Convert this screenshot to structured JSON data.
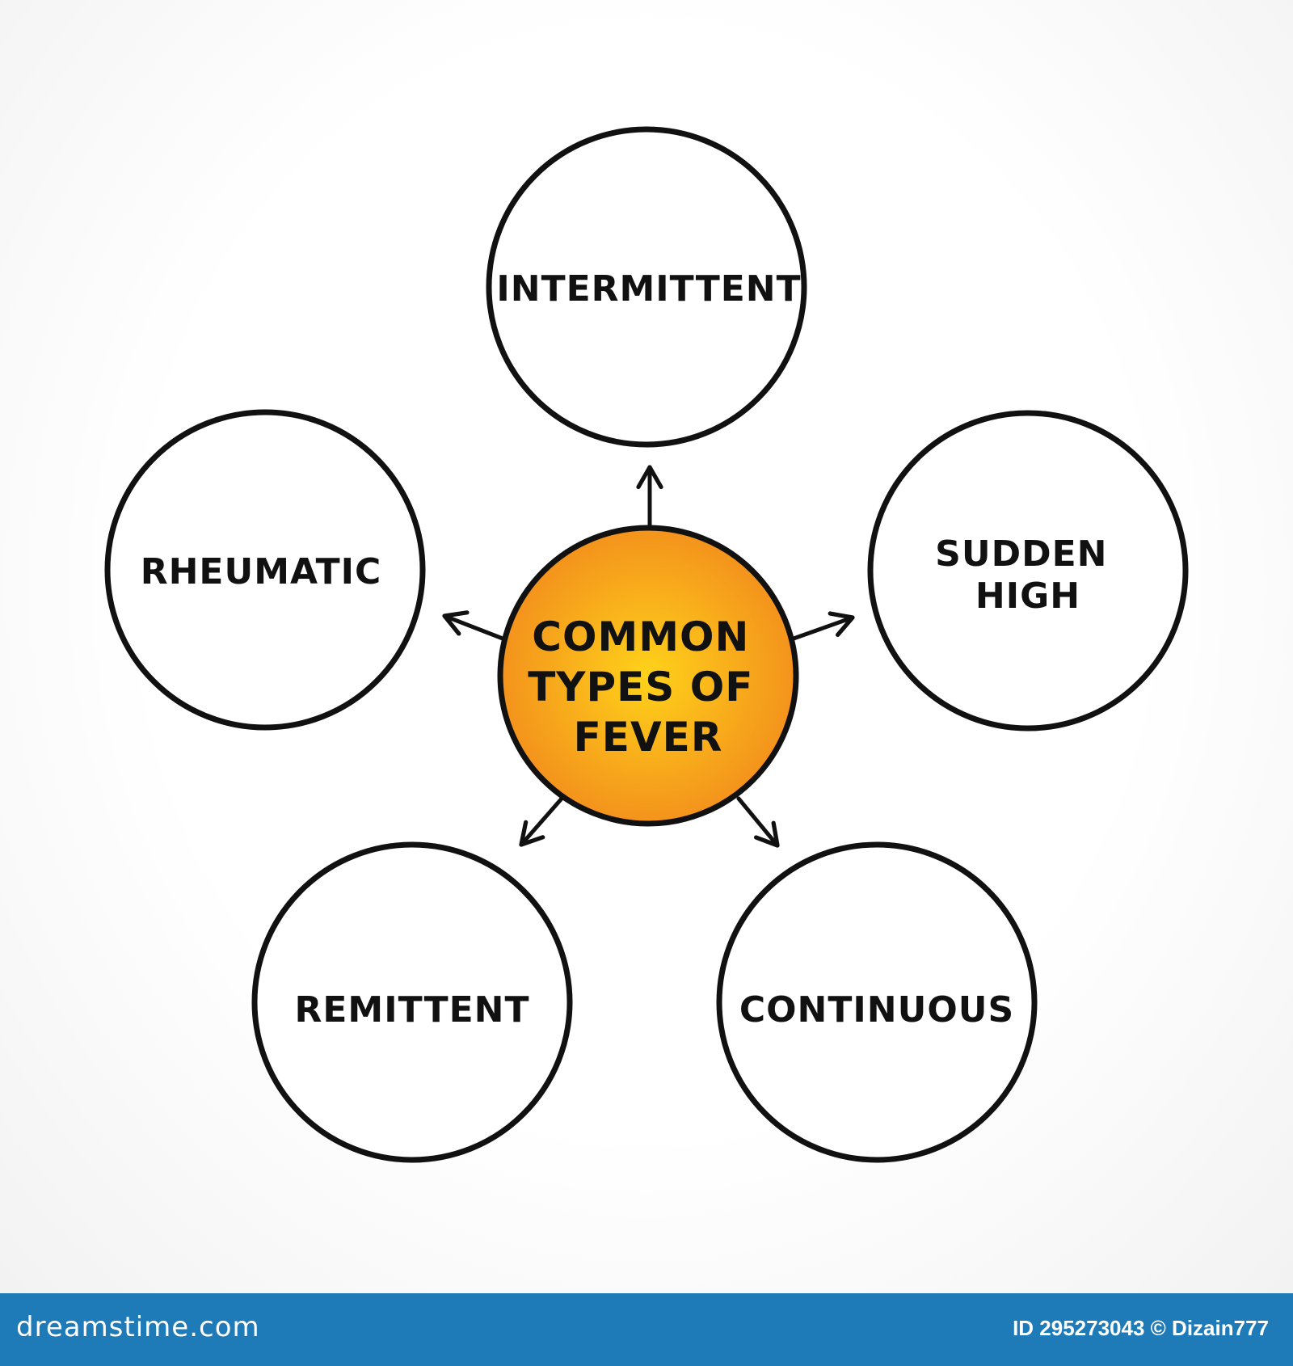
{
  "diagram": {
    "center": {
      "lines": [
        "COMMON",
        "TYPES OF",
        "FEVER"
      ],
      "fill_light": "#ffd21a",
      "fill_dark": "#f28c1c"
    },
    "nodes": [
      {
        "id": "intermittent",
        "lines": [
          "INTERMITTENT"
        ]
      },
      {
        "id": "sudden-high",
        "lines": [
          "SUDDEN",
          "HIGH"
        ]
      },
      {
        "id": "continuous",
        "lines": [
          "CONTINUOUS"
        ]
      },
      {
        "id": "remittent",
        "lines": [
          "REMITTENT"
        ]
      },
      {
        "id": "rheumatic",
        "lines": [
          "RHEUMATIC"
        ]
      }
    ]
  },
  "footer": {
    "brand": "dreamstime.com",
    "credit": "ID 295273043 © Dizain777",
    "color": "#1f7ab8"
  }
}
